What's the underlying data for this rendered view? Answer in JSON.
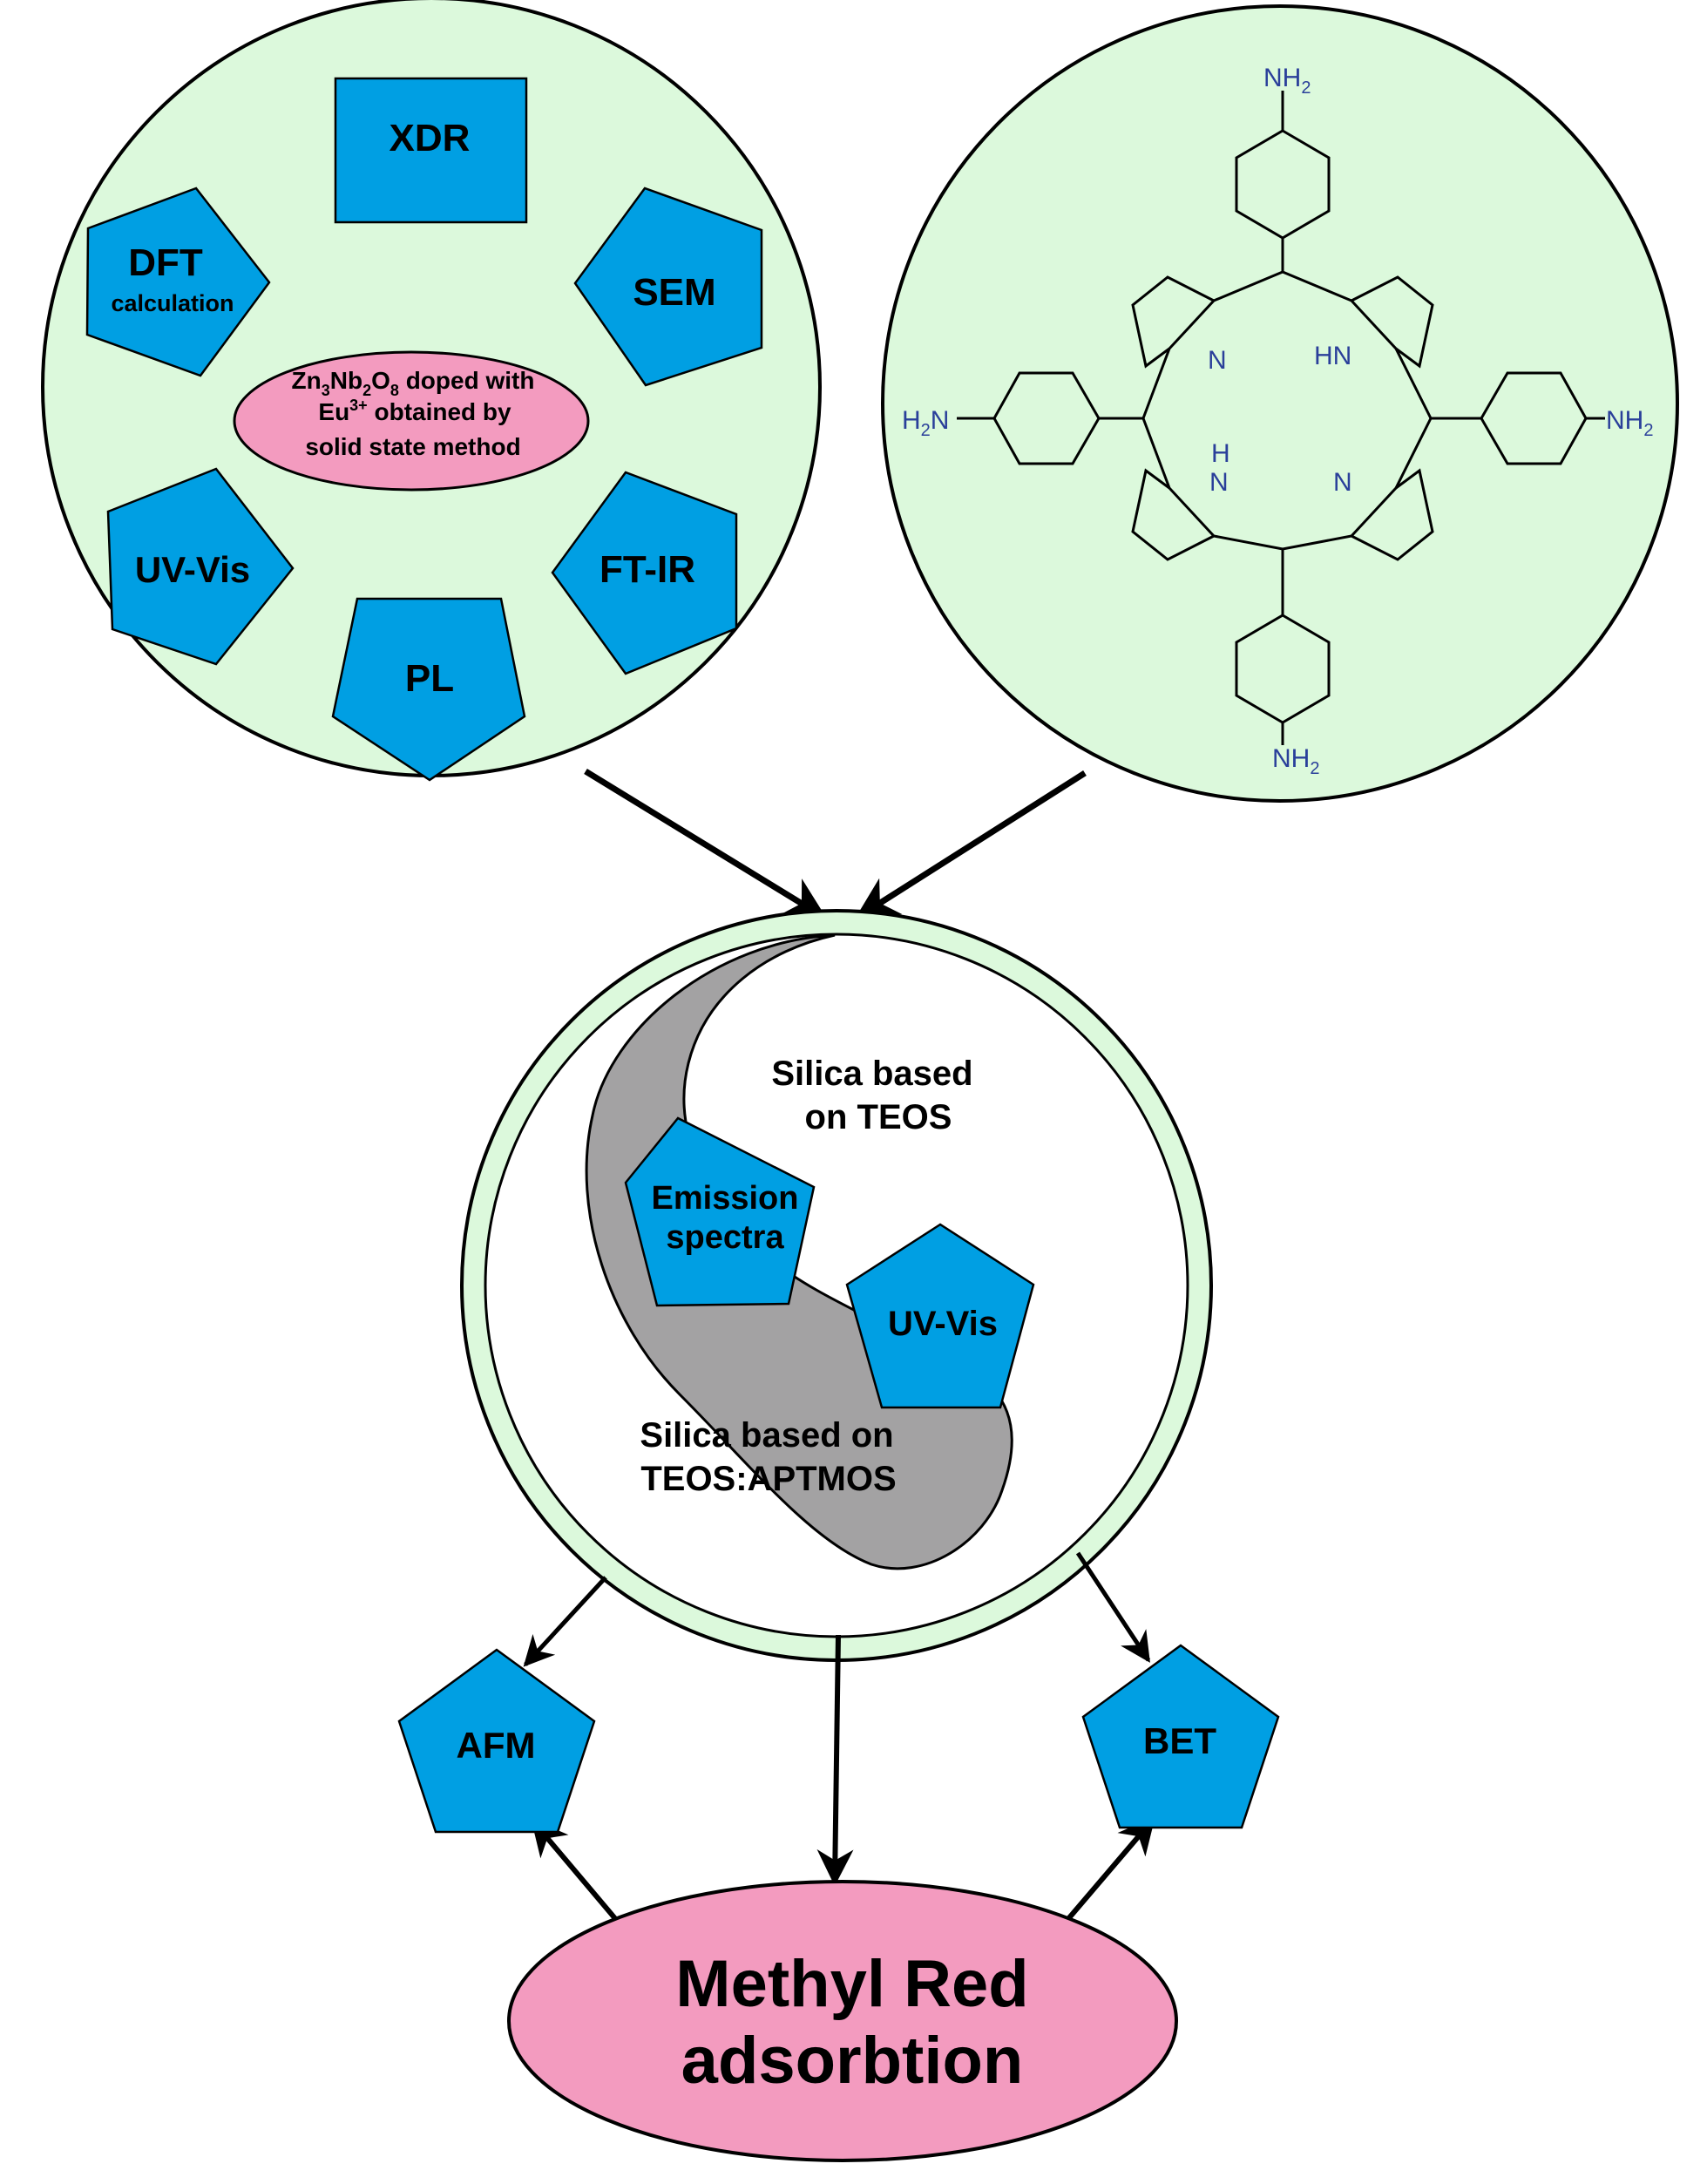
{
  "colors": {
    "circle_fill": "#dcf9dc",
    "pentagon_fill": "#009fe3",
    "ellipse_fill": "#f39bbf",
    "gray_region": "#a3a2a3",
    "chem_text": "#2a3f9a",
    "outline": "#000000"
  },
  "left_circle": {
    "pentagons": [
      {
        "label": "XDR"
      },
      {
        "label": "SEM"
      },
      {
        "label": "FT-IR"
      },
      {
        "label": "PL"
      },
      {
        "label": "UV-Vis"
      },
      {
        "label": "DFT",
        "sublabel": "calculation"
      }
    ],
    "center_ellipse": {
      "line1_a": "Zn",
      "line1_b": "3",
      "line1_c": "Nb",
      "line1_d": "2",
      "line1_e": "O",
      "line1_f": "8",
      "line1_g": " doped with",
      "line2_a": "Eu",
      "line2_b": "3+",
      "line2_c": " obtained by",
      "line3": "solid state method"
    }
  },
  "right_circle": {
    "molecule_labels": {
      "nh2_top": "NH",
      "nh2_bottom": "NH",
      "nh2_right": "NH",
      "h2n_left_a": "H",
      "h2n_left_b": "2",
      "h2n_left_c": "N",
      "sub2": "2",
      "n_upper_left": "N",
      "hn_upper_right": "HN",
      "n_lower_left": "N",
      "h_lower_left": "H",
      "n_lower_right": "N"
    }
  },
  "middle_circle": {
    "white_label_line1": "Silica based",
    "white_label_line2": "on TEOS",
    "gray_label_line1": "Silica based on",
    "gray_label_line2": "TEOS:APTMOS",
    "pentagons": [
      {
        "label_line1": "Emission",
        "label_line2": "spectra"
      },
      {
        "label": "UV-Vis"
      }
    ]
  },
  "bottom": {
    "pentagons": [
      {
        "label": "AFM"
      },
      {
        "label": "BET"
      }
    ],
    "ellipse_line1": "Methyl Red",
    "ellipse_line2": "adsorbtion"
  }
}
